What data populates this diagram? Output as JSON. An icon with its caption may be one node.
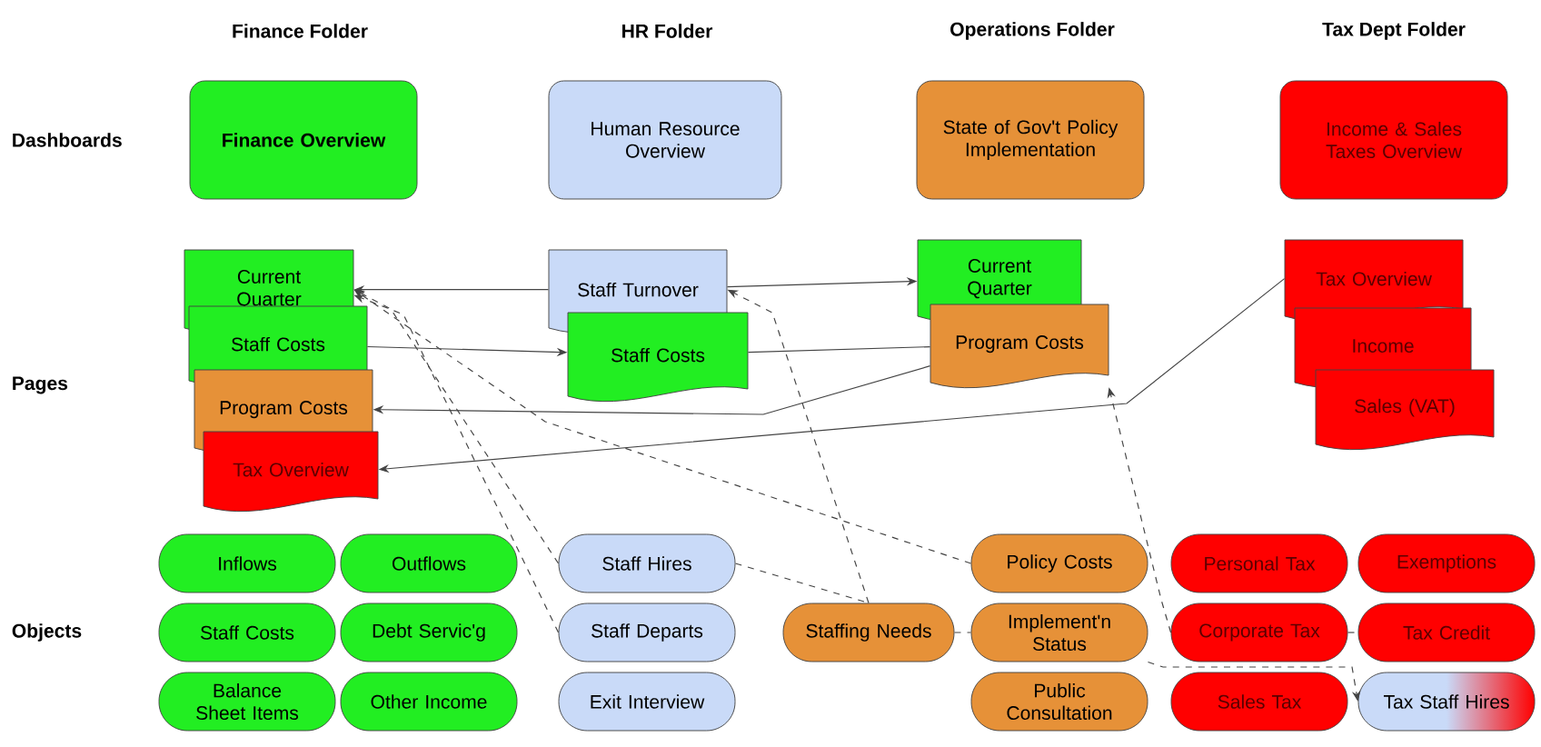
{
  "diagram": {
    "nodes": [
      {
        "text": [
          "Finance Overview"
        ]
      },
      {
        "text": [
          "Human Resource Overview"
        ]
      },
      {
        "text": [
          "State of Gov't Policy Implementation"
        ]
      },
      {
        "text": [
          "Income & Sales Taxes Overview"
        ]
      },
      {
        "text": [
          "Current Quarter"
        ]
      },
      {
        "text": [
          "Staff Costs"
        ]
      },
      {
        "text": [
          "Program Costs"
        ]
      },
      {
        "text": [
          "Tax Overview"
        ]
      },
      {
        "text": [
          "Staff Turnover"
        ]
      },
      {
        "text": [
          "Staff Costs"
        ]
      },
      {
        "text": [
          "Current Quarter"
        ]
      },
      {
        "text": [
          "Program Costs"
        ]
      },
      {
        "text": [
          "Tax Overview"
        ]
      },
      {
        "text": [
          "Income"
        ]
      },
      {
        "text": [
          "Sales (VAT)"
        ]
      },
      {
        "text": [
          "Inflows"
        ]
      },
      {
        "text": [
          "Outflows"
        ]
      },
      {
        "text": [
          "Staff Costs"
        ]
      },
      {
        "text": [
          "Debt Servic'g"
        ]
      },
      {
        "text": [
          "Balance Sheet Items"
        ]
      },
      {
        "text": [
          "Other Income"
        ]
      },
      {
        "text": [
          "Staff Hires"
        ]
      },
      {
        "text": [
          "Staff Departs"
        ]
      },
      {
        "text": [
          "Exit Interview"
        ]
      },
      {
        "text": [
          "Staffing Needs"
        ]
      },
      {
        "text": [
          "Policy Costs"
        ]
      },
      {
        "text": [
          "Implement'n Status"
        ]
      },
      {
        "text": [
          "Public Consultation"
        ]
      },
      {
        "text": [
          "Personal Tax"
        ]
      },
      {
        "text": [
          "Exemptions"
        ]
      },
      {
        "text": [
          "Corporate Tax"
        ]
      },
      {
        "text": [
          "Tax Credit"
        ]
      },
      {
        "text": [
          "Sales Tax"
        ]
      },
      {
        "text": [
          "Tax Staff Hires"
        ]
      }
    ],
    "edges": [
      {
        "from": 8,
        "to": 4,
        "arrow": "to"
      },
      {
        "from": 8,
        "to": 10,
        "arrow": "to"
      },
      {
        "from": 5,
        "to": 9,
        "arrow": "to"
      },
      {
        "from": 9,
        "to": 11,
        "arrow": "none"
      },
      {
        "from": 11,
        "to": 6,
        "arrow": "to"
      },
      {
        "from": 12,
        "to": 7,
        "arrow": "to"
      },
      {
        "from": 25,
        "to": 4,
        "arrow": "to",
        "style": "dashed"
      },
      {
        "from": 21,
        "to": 4,
        "arrow": "to",
        "style": "dashed"
      },
      {
        "from": 22,
        "to": 4,
        "arrow": "to",
        "style": "dashed"
      },
      {
        "from": 24,
        "to": 8,
        "arrow": "to",
        "style": "dashed"
      },
      {
        "from": 21,
        "to": 24,
        "arrow": "none",
        "style": "dashed"
      },
      {
        "from": 24,
        "to": 26,
        "arrow": "none",
        "style": "dashed"
      },
      {
        "from": 30,
        "to": 11,
        "arrow": "to",
        "style": "dashed"
      },
      {
        "from": 26,
        "to": 33,
        "arrow": "to",
        "style": "dashed"
      },
      {
        "from": 30,
        "to": 31,
        "arrow": "none",
        "style": "dashed"
      }
    ],
    "labels": [
      "Finance Folder",
      "HR Folder",
      "Operations Folder",
      "Tax Dept Folder",
      "Dashboards",
      "Pages",
      "Objects"
    ]
  }
}
